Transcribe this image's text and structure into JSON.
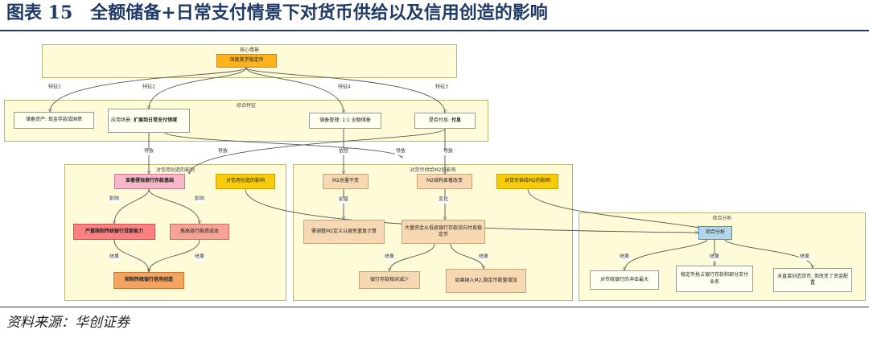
{
  "title": "图表 15　全额储备+日常支付情景下对货币供给以及信用创造的影响",
  "source": "资料来源：华创证券",
  "groups": {
    "core": "核心情景",
    "features": "综合特征",
    "credit": "对信用创造的影响",
    "m2": "对货币供给M2的影响",
    "analysis": "综合分析"
  },
  "nodes": {
    "core_scenario": "深度美学稳定币",
    "f1": "储备资产: 现金存款或国债",
    "f2_prefix": "应用场景: ",
    "f2_bold": "扩展到日常支付领域",
    "f4": "储备管理: 1:1 全额储备",
    "f3_prefix": "是否付息: ",
    "f3_bold": "付息",
    "credit_main": "显著侵蚀银行存款基础",
    "credit_tag": "对信用创造的影响",
    "credit_left": "严重限制传统银行贷款能力",
    "credit_right": "推高银行融资成本",
    "credit_bottom": "抑制传统银行信用创造",
    "m2_total": "M2总量不变",
    "m2_structure": "M2结构显著改变",
    "m2_tag": "对货币供给M2的影响",
    "m2_redefine": "需调整M2定义以避免重复计算",
    "m2_shift": "大量资金从低息银行存款流向付息稳定币",
    "m2_deposit_down": "银行存款相对减少",
    "m2_count_up": "如果纳入M2,稳定币数量增加",
    "analysis_main": "综合分析",
    "analysis_1": "对传统银行的冲击最大",
    "analysis_2": "稳定币抢占银行存款和部分支付业务",
    "analysis_3": "未直接创造货币, 但改变了资金配置"
  },
  "edge_labels": {
    "t1": "特征1",
    "t2": "特征2",
    "t4": "特征4",
    "t3": "特征3",
    "lead_a": "导致",
    "lead_b": "导致",
    "still": "依然",
    "lead_c": "导致",
    "lead_d": "导致",
    "affect_l": "影响",
    "affect_r": "影响",
    "result_l": "结果",
    "result_r": "结果",
    "premise": "前提",
    "change": "变化",
    "result_m1": "结果",
    "result_m2": "结果",
    "result_a1": "结果",
    "result_a2": "结果",
    "result_a3": "结果"
  }
}
